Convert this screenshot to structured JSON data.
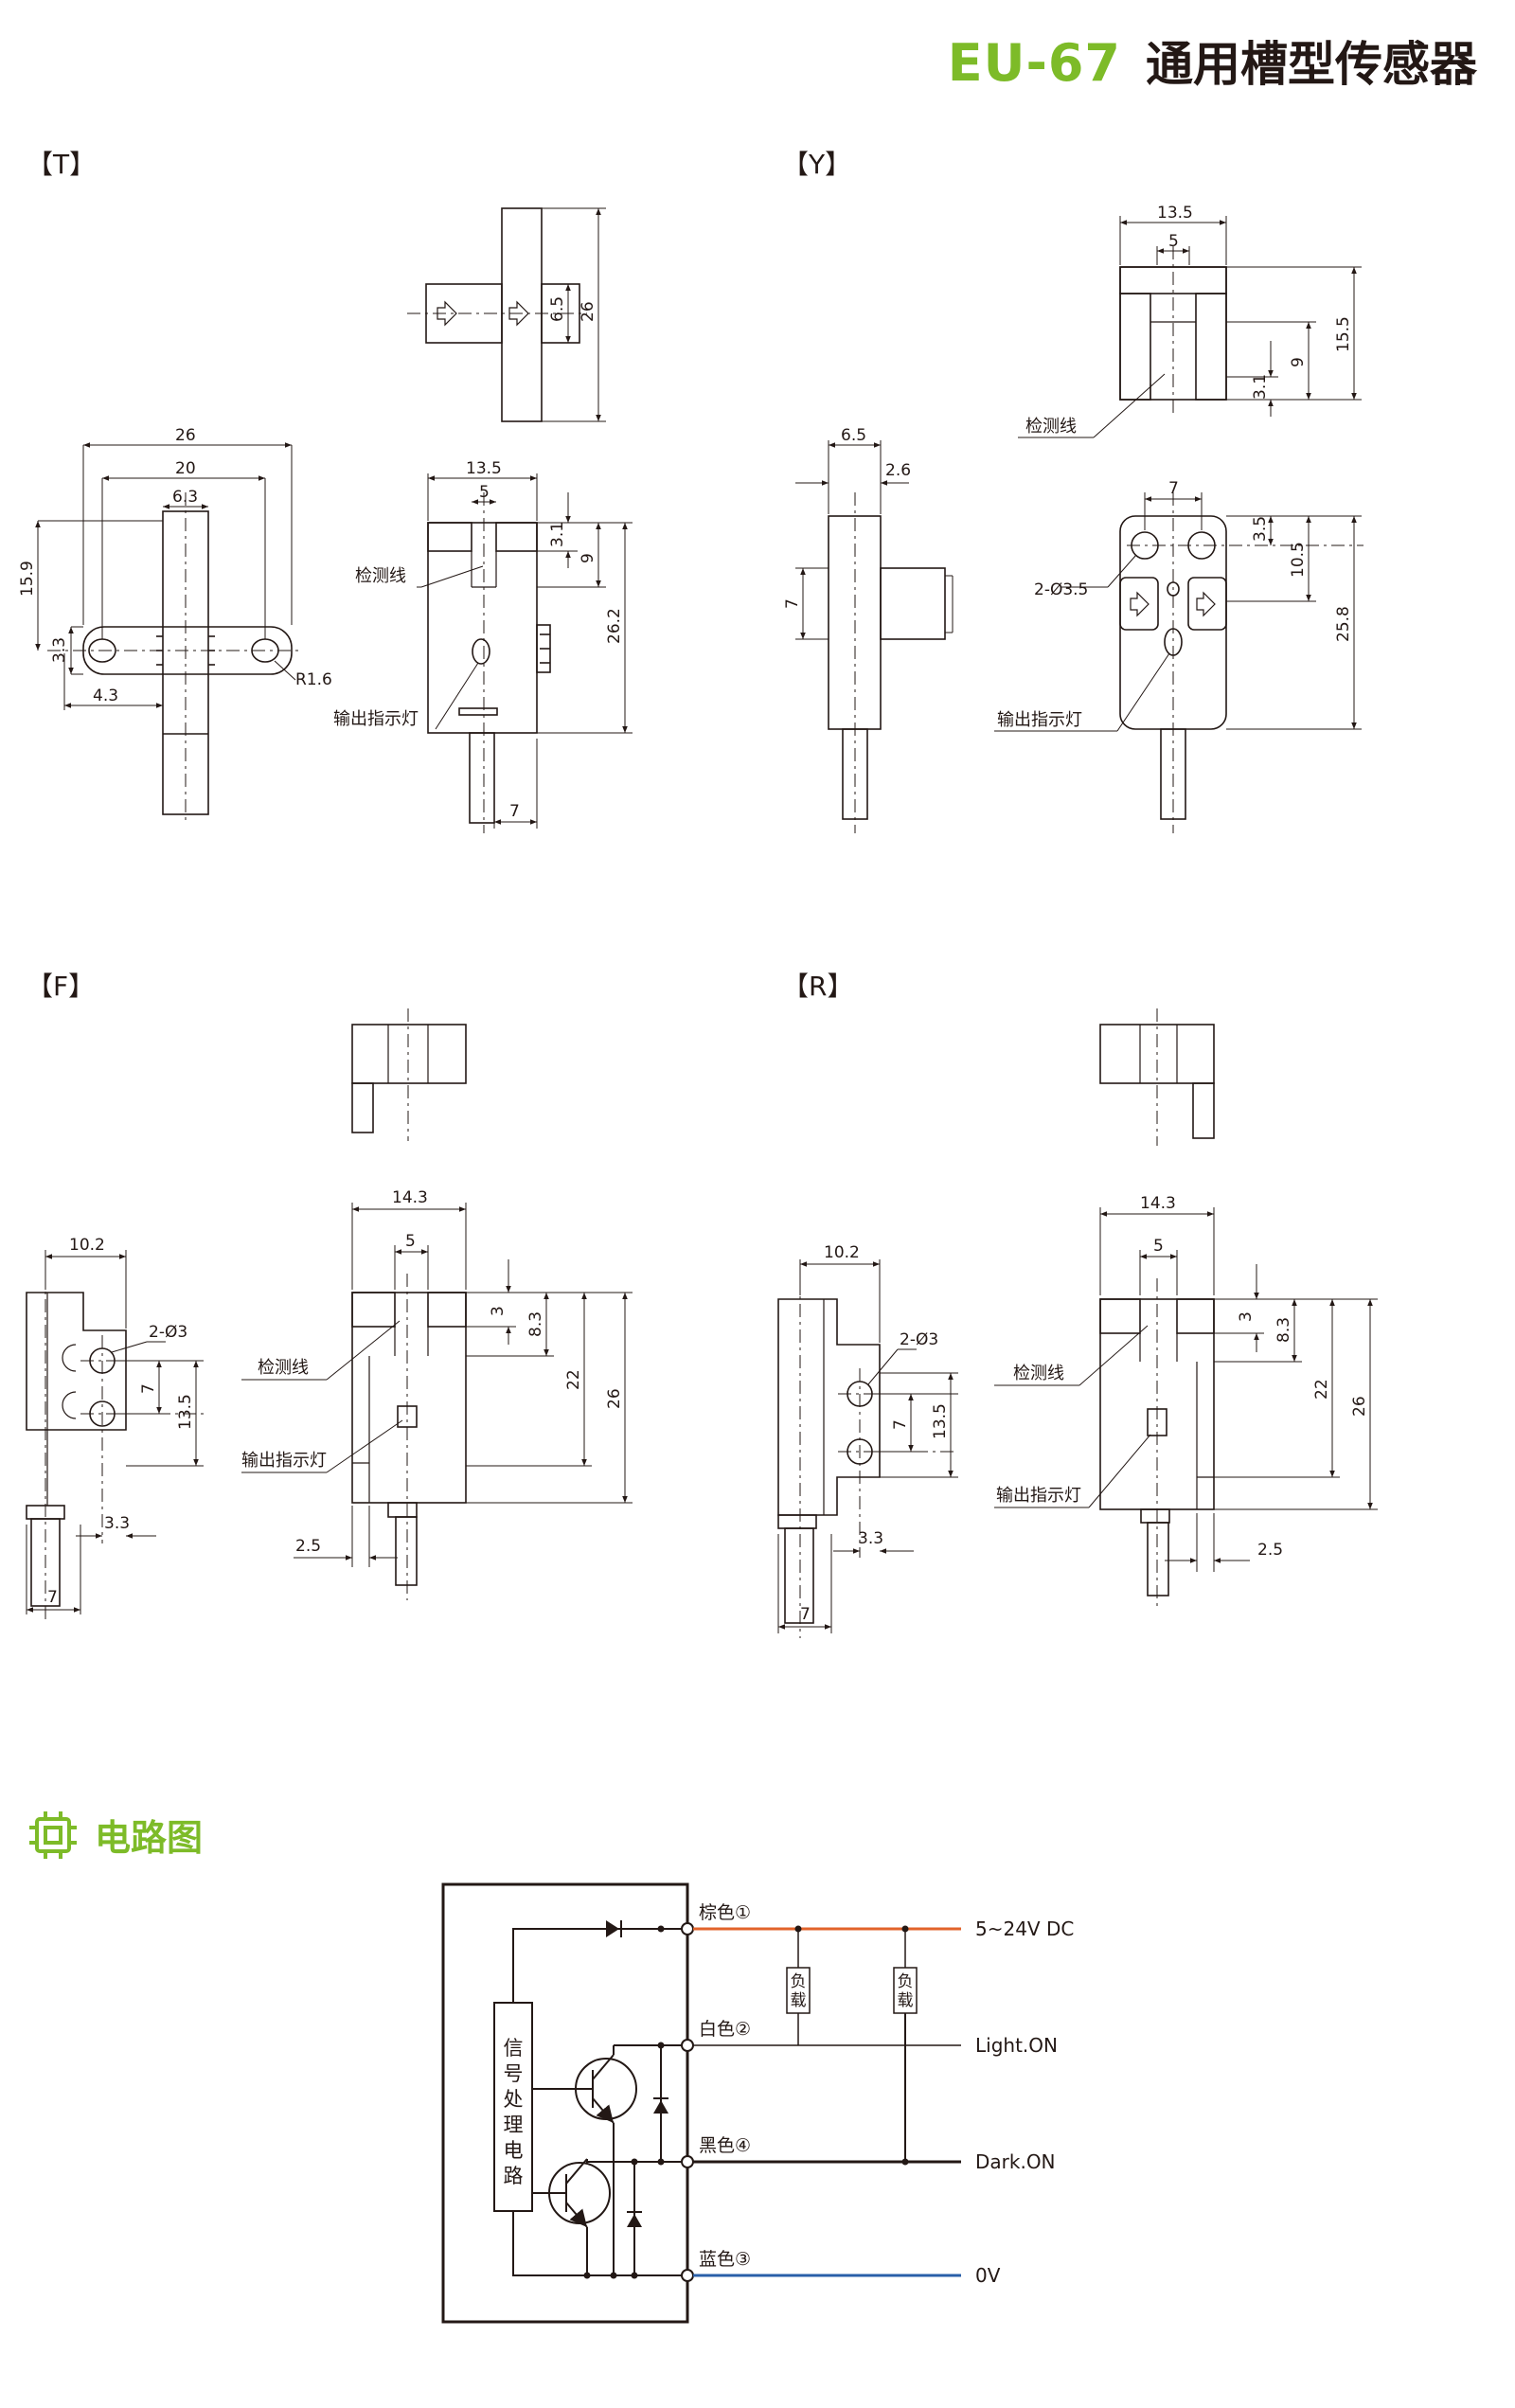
{
  "header": {
    "model": "EU-67",
    "title": "通用槽型传感器"
  },
  "variants": {
    "T": {
      "label": "【T】"
    },
    "Y": {
      "label": "【Y】"
    },
    "F": {
      "label": "【F】"
    },
    "R": {
      "label": "【R】"
    }
  },
  "dims": {
    "T": [
      "26",
      "20",
      "6.3",
      "15.9",
      "3.3",
      "4.3",
      "R1.6",
      "6.5",
      "26",
      "13.5",
      "5",
      "3.1",
      "9",
      "26.2",
      "7"
    ],
    "Y": [
      "13.5",
      "5",
      "15.5",
      "9",
      "3.1",
      "6.5",
      "2.6",
      "7",
      "7",
      "3.5",
      "10.5",
      "25.8",
      "2-Ø3.5"
    ],
    "F": [
      "10.2",
      "2-Ø3",
      "7",
      "13.5",
      "3.3",
      "7",
      "14.3",
      "5",
      "3",
      "8.3",
      "22",
      "26",
      "2.5"
    ],
    "R": [
      "10.2",
      "2-Ø3",
      "7",
      "13.5",
      "3.3",
      "7",
      "14.3",
      "5",
      "3",
      "8.3",
      "22",
      "26",
      "2.5"
    ]
  },
  "labels": {
    "detect_line": "检测线",
    "output_led": "输出指示灯"
  },
  "circuit": {
    "title": "电路图",
    "block_label": [
      "信",
      "号",
      "处",
      "理",
      "电",
      "路"
    ],
    "terminals": [
      "棕色①",
      "白色②",
      "黑色④",
      "蓝色③"
    ],
    "outputs": [
      "5~24V  DC",
      "Light.ON",
      "Dark.ON",
      "0V"
    ],
    "load": [
      "负",
      "载"
    ],
    "colors": {
      "brown": "#e2632b",
      "blue": "#2a5fa8",
      "black": "#231815",
      "accent": "#7dbb28"
    }
  }
}
